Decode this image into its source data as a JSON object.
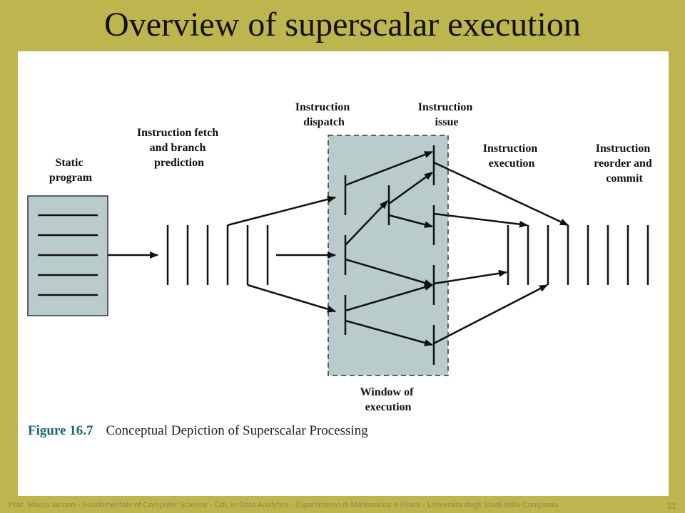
{
  "slide": {
    "title": "Overview of superscalar execution"
  },
  "diagram": {
    "labels": {
      "static_program": [
        "Static",
        "program"
      ],
      "fetch_branch": [
        "Instruction fetch",
        "and  branch",
        "prediction"
      ],
      "dispatch": [
        "Instruction",
        "dispatch"
      ],
      "issue": [
        "Instruction",
        "issue"
      ],
      "execution": [
        "Instruction",
        "execution"
      ],
      "reorder_commit": [
        "Instruction",
        "reorder and",
        "commit"
      ],
      "window": [
        "Window of",
        "execution"
      ]
    }
  },
  "caption": {
    "number": "Figure 16.7",
    "text": "Conceptual Depiction of Superscalar Processing"
  },
  "footer": {
    "text": "Prof. Mauro Iacono - Fundamentals of Computer  Science - CdL in Data Analytics - Dipartimento di Matematica e Fisica - Università degli Studi della Campania",
    "page": "31"
  },
  "colors": {
    "background": "#bdb64f",
    "window_fill": "#b9cccb",
    "caption_accent": "#1a6670"
  }
}
